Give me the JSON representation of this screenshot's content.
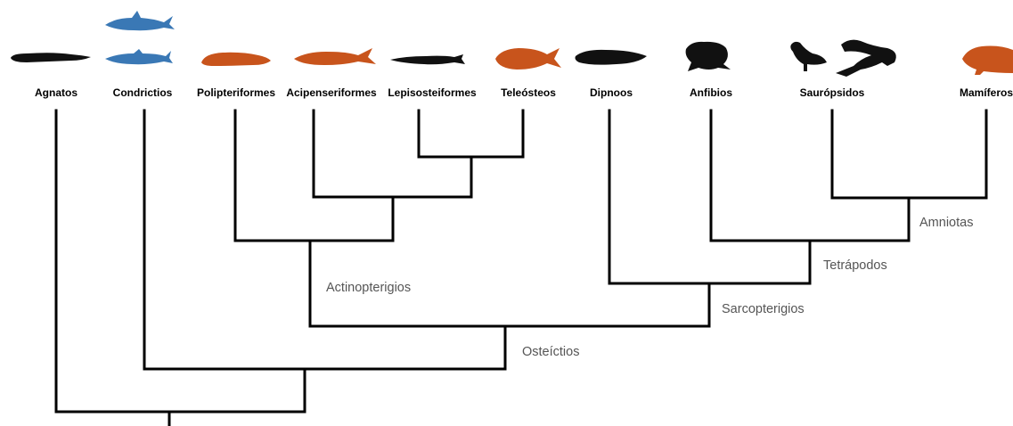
{
  "colors": {
    "orange": "#c8541c",
    "blue": "#3a78b5",
    "black": "#111111"
  },
  "taxa": [
    {
      "label": "Agnatos",
      "icon": "lamprey-icon",
      "color": "black"
    },
    {
      "label": "Condrictios",
      "icon": "shark-icon",
      "color": "blue"
    },
    {
      "label": "Polipteriformes",
      "icon": "bichir-icon",
      "color": "orange"
    },
    {
      "label": "Acipenseriformes",
      "icon": "sturgeon-icon",
      "color": "orange"
    },
    {
      "label": "Lepisosteiformes",
      "icon": "gar-icon",
      "color": "black"
    },
    {
      "label": "Teleósteos",
      "icon": "teleost-fish-icon",
      "color": "orange"
    },
    {
      "label": "Dipnoos",
      "icon": "lungfish-icon",
      "color": "black"
    },
    {
      "label": "Anfibios",
      "icon": "frog-icon",
      "color": "black"
    },
    {
      "label": "Saurópsidos",
      "icon": "bird-and-lizard-icon",
      "color": "black"
    },
    {
      "label": "Mamíferos",
      "icon": "mammal-icon",
      "color": "orange"
    }
  ],
  "clades": {
    "amniotas": "Amniotas",
    "tetrapodos": "Tetrápodos",
    "sarcopterigios": "Sarcopterigios",
    "actinopterigios": "Actinopterigios",
    "osteictios": "Osteíctios"
  }
}
